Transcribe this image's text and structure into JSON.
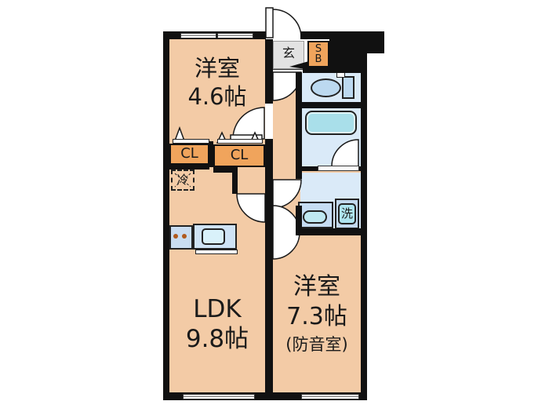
{
  "rooms": {
    "western1": {
      "name": "洋室",
      "size": "4.6帖"
    },
    "ldk": {
      "name": "LDK",
      "size": "9.8帖"
    },
    "western2": {
      "name": "洋室",
      "size": "7.3帖",
      "note": "(防音室)"
    }
  },
  "closets": {
    "left": "CL",
    "right": "CL"
  },
  "entrance": {
    "label": "玄"
  },
  "shoebox": {
    "line1": "S",
    "line2": "B"
  },
  "appliances": {
    "refrigerator": "冷",
    "washer": "洗"
  },
  "colors": {
    "floor": "#F3CBA6",
    "closet_orange": "#F0A45C",
    "entrance_floor": "#E2E2E2",
    "wet_floor": "#DAEAF8",
    "fixture_blue": "#C6DDF3",
    "bathtub_cyan": "#A9DFEA",
    "wall_black": "#111111"
  }
}
